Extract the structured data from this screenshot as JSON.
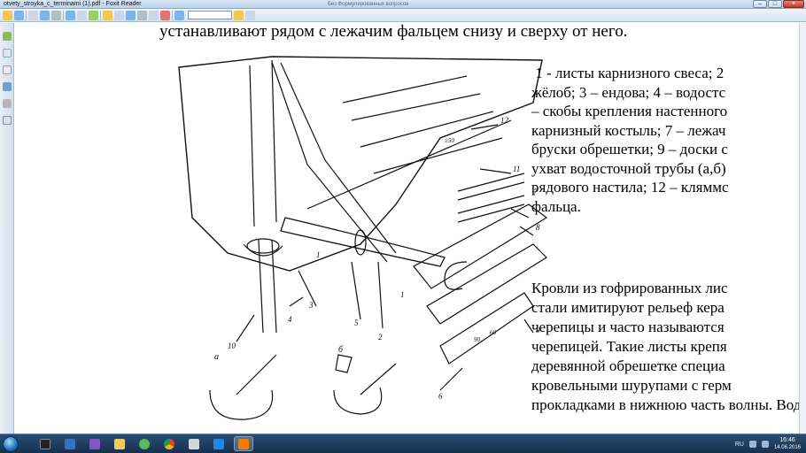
{
  "window": {
    "title": "otvety_stroyka_c_terminami (1).pdf - Foxit Reader",
    "center_title": "Без Формулированных вопросов"
  },
  "toolbar": {
    "icons": [
      "open-icon",
      "save-icon",
      "print-icon",
      "email-icon",
      "snapshot-icon",
      "hand-icon",
      "select-icon",
      "zoom-icon",
      "typewriter-icon",
      "search-icon"
    ]
  },
  "document": {
    "top_line": "устанавливают рядом с лежачим фальцем  снизу и сверху от него.",
    "legend_text": " 1 - листы карнизного свеса; 2\nжёлоб; 3 – ендова; 4 – водостс\n– скобы крепления настенного\nкарнизный костыль; 7 – лежач\nбруски обрешетки; 9 – доски с\nухват водосточной трубы (а,б)\nрядового настила; 12 – кляммс\nфальца.",
    "paragraph": "Кровли из гофрированных лис\nстали имитируют рельеф кера\nчерепицы и часто называются\nчерепицей. Такие листы крепя\nдеревянной обрешетке специа\nкровельными шурупами с герм\nпрокладками в нижнюю часть волны. Водоотведение в этих кровлях выпо",
    "bottom_line": "прокладками в нижнюю часть волны. Водоотведение в этих кровлях выпо"
  },
  "figure": {
    "callouts": [
      "1",
      "2",
      "3",
      "4",
      "5",
      "6",
      "7",
      "8",
      "9",
      "10",
      "11",
      "12",
      "1",
      "1"
    ],
    "sub_labels": [
      "а",
      "б"
    ],
    "dims": [
      "≥50",
      "90",
      "60"
    ]
  },
  "taskbar": {
    "lang": "RU",
    "time": "16:46",
    "date": "14.06.2016"
  }
}
